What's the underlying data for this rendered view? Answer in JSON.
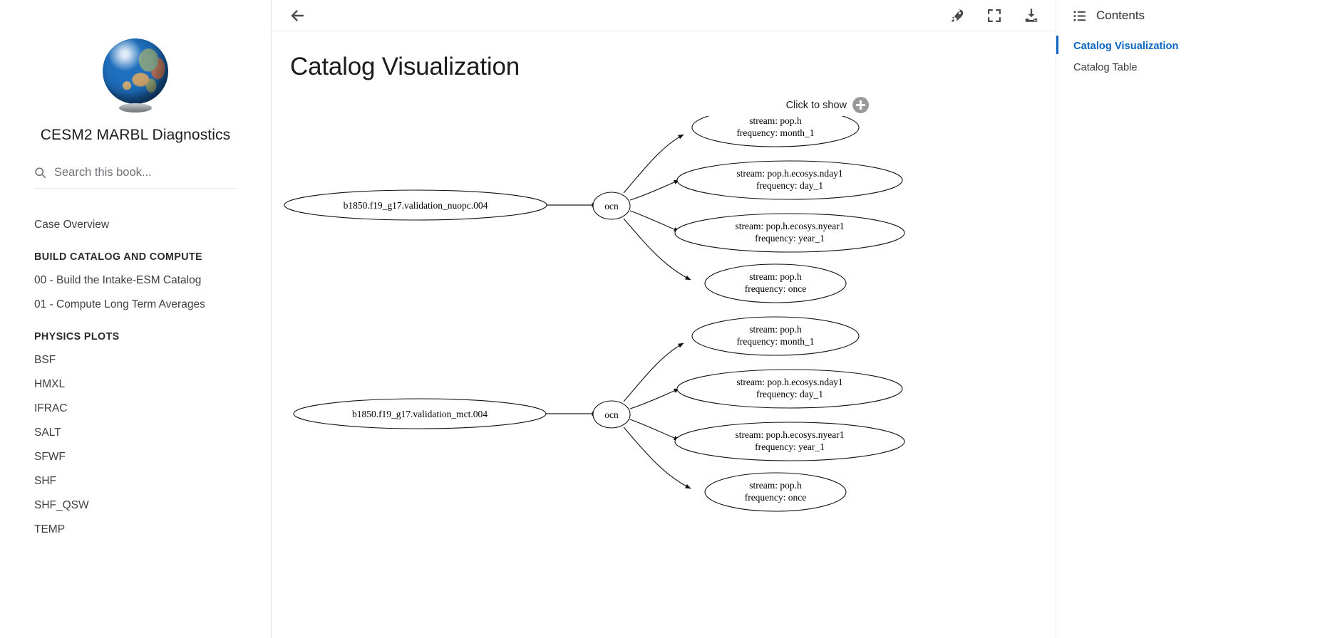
{
  "sidebar": {
    "logo_alt": "globe-logo",
    "book_title": "CESM2 MARBL Diagnostics",
    "search": {
      "placeholder": "Search this book...",
      "value": ""
    },
    "nav": [
      {
        "type": "link",
        "label": "Case Overview"
      },
      {
        "type": "caption",
        "label": "BUILD CATALOG AND COMPUTE"
      },
      {
        "type": "link",
        "label": "00 - Build the Intake-ESM Catalog"
      },
      {
        "type": "link",
        "label": "01 - Compute Long Term Averages"
      },
      {
        "type": "caption",
        "label": "PHYSICS PLOTS"
      },
      {
        "type": "link",
        "label": "BSF"
      },
      {
        "type": "link",
        "label": "HMXL"
      },
      {
        "type": "link",
        "label": "IFRAC"
      },
      {
        "type": "link",
        "label": "SALT"
      },
      {
        "type": "link",
        "label": "SFWF"
      },
      {
        "type": "link",
        "label": "SHF"
      },
      {
        "type": "link",
        "label": "SHF_QSW"
      },
      {
        "type": "link",
        "label": "TEMP"
      }
    ]
  },
  "toolbar": {
    "back_icon": "arrow-left-icon",
    "launch_icon": "rocket-icon",
    "fullscreen_icon": "fullscreen-icon",
    "download_icon": "download-icon"
  },
  "toc": {
    "icon": "list-icon",
    "title": "Contents",
    "items": [
      {
        "label": "Catalog Visualization",
        "active": true
      },
      {
        "label": "Catalog Table",
        "active": false
      }
    ],
    "accent_color": "#0a65c2"
  },
  "main": {
    "page_title": "Catalog Visualization",
    "click_to_show": {
      "label": "Click to show",
      "icon": "plus-circle-icon"
    }
  },
  "chart_data": {
    "type": "diagram",
    "title": "Catalog Visualization",
    "layout": "graphviz-directed-graph",
    "graphs": [
      {
        "root": "b1850.f19_g17.validation_nuopc.004",
        "component": "ocn",
        "streams": [
          {
            "stream": "stream: pop.h",
            "frequency": "frequency: month_1"
          },
          {
            "stream": "stream: pop.h.ecosys.nday1",
            "frequency": "frequency: day_1"
          },
          {
            "stream": "stream: pop.h.ecosys.nyear1",
            "frequency": "frequency: year_1"
          },
          {
            "stream": "stream: pop.h",
            "frequency": "frequency: once"
          }
        ]
      },
      {
        "root": "b1850.f19_g17.validation_mct.004",
        "component": "ocn",
        "streams": [
          {
            "stream": "stream: pop.h",
            "frequency": "frequency: month_1"
          },
          {
            "stream": "stream: pop.h.ecosys.nday1",
            "frequency": "frequency: day_1"
          },
          {
            "stream": "stream: pop.h.ecosys.nyear1",
            "frequency": "frequency: year_1"
          },
          {
            "stream": "stream: pop.h",
            "frequency": "frequency: once"
          }
        ]
      }
    ]
  }
}
